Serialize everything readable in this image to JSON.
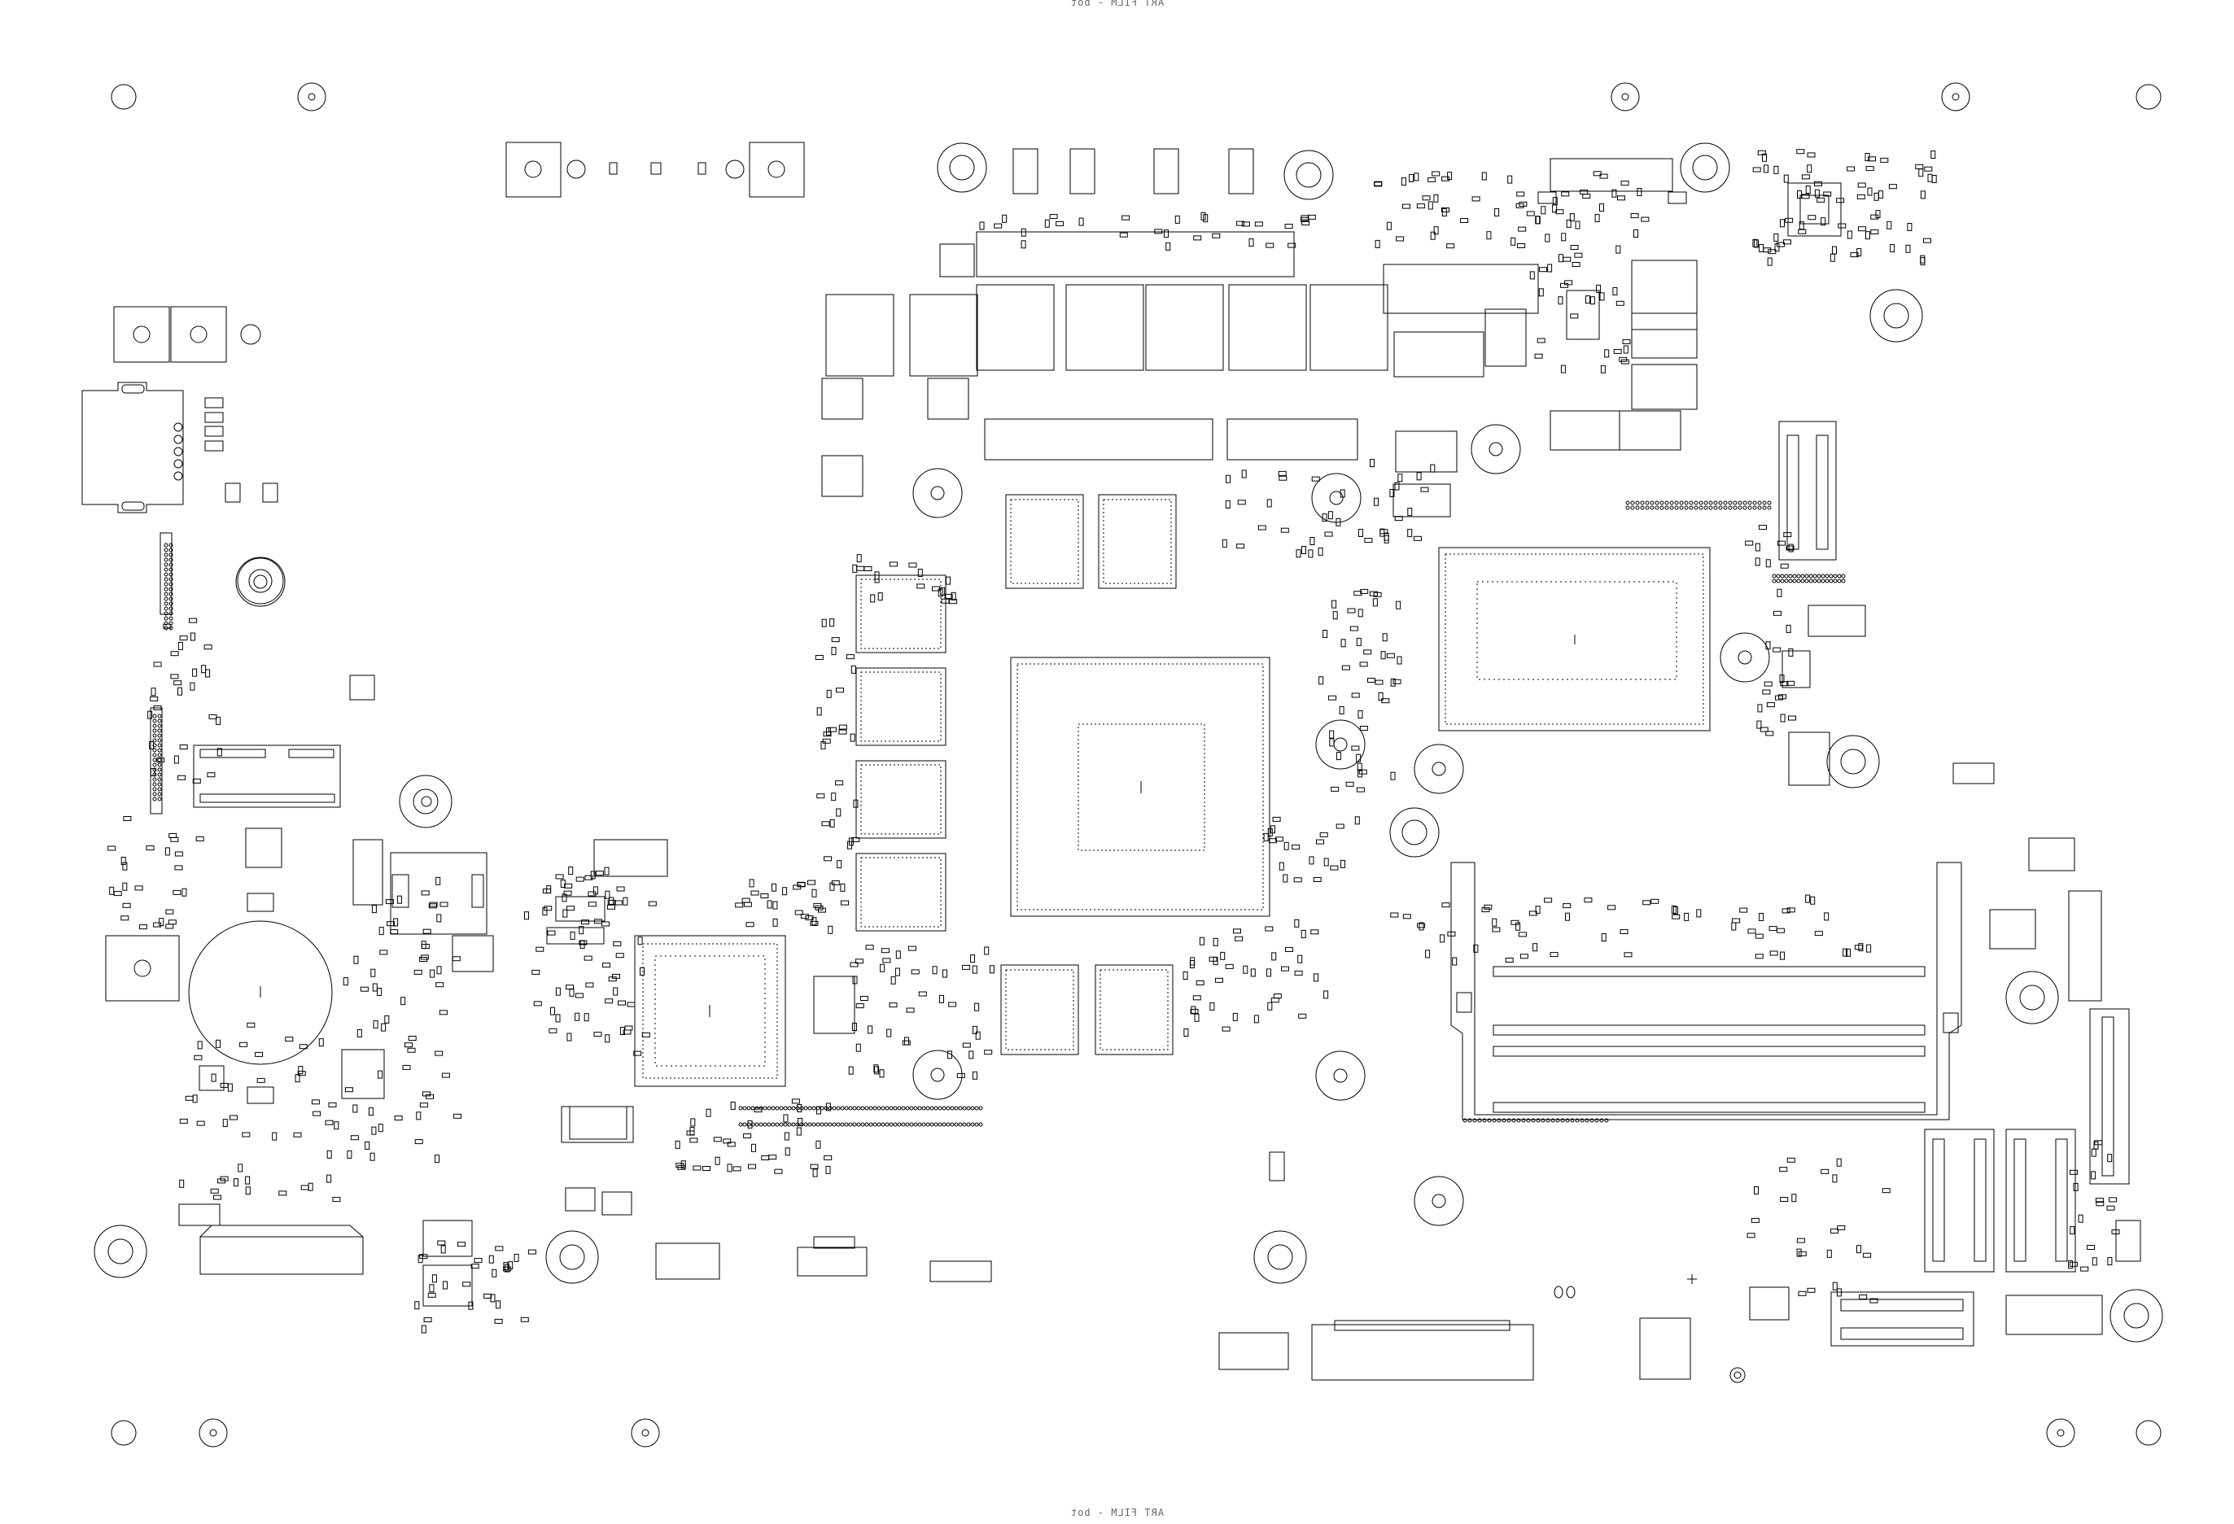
{
  "header": {
    "film_label_top": "ART FILM - bot"
  },
  "footer": {
    "film_label_bottom": "ART FILM - bot"
  },
  "board": {
    "stroke_color": "#000000",
    "background": "#ffffff",
    "view": "bottom-side silkscreen"
  }
}
